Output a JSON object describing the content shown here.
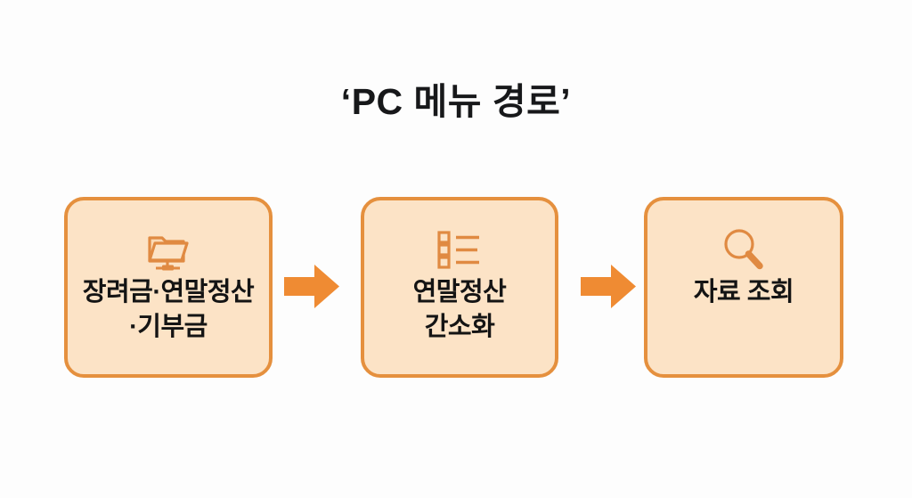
{
  "page": {
    "title": "‘PC 메뉴 경로’",
    "background_color": "#fdfdfd"
  },
  "theme": {
    "box_fill": "#fce3c6",
    "box_border": "#e5903e",
    "arrow_color": "#ef8b33",
    "icon_color": "#e08a42",
    "text_color": "#141414",
    "title_color": "#17181a"
  },
  "flow": {
    "steps": [
      {
        "index": "1",
        "label": "장려금·연말정산\n·기부금",
        "icon": "shared-folder-icon"
      },
      {
        "index": "2",
        "label": "연말정산\n간소화",
        "icon": "bullet-list-icon"
      },
      {
        "index": "3",
        "label": "자료 조회",
        "icon": "magnifier-icon"
      }
    ],
    "connectors": [
      {
        "index": "1",
        "icon": "arrow-right-icon"
      },
      {
        "index": "2",
        "icon": "arrow-right-icon"
      }
    ]
  }
}
